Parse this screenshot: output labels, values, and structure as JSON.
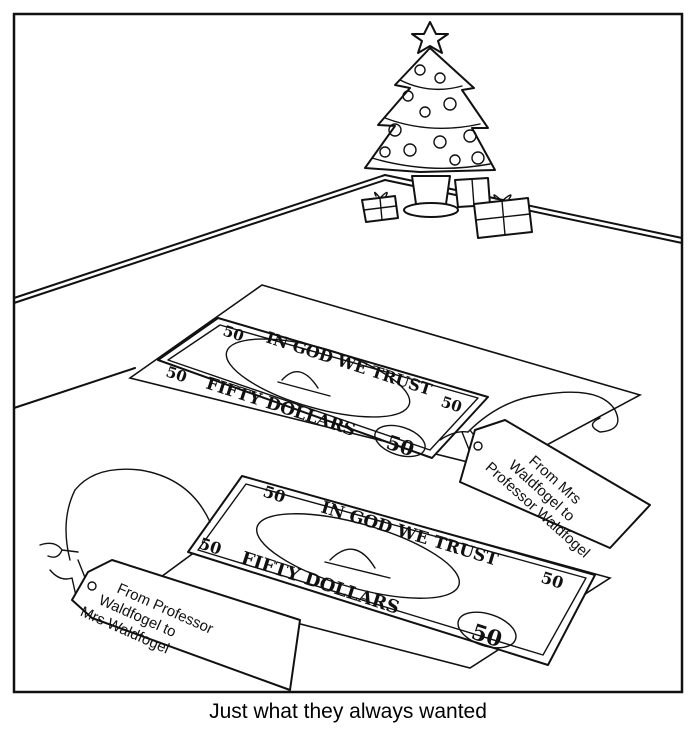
{
  "bills": [
    {
      "top_motto": "IN GOD WE TRUST",
      "denomination_words": "FIFTY DOLLARS",
      "corner_value": "50",
      "seal_value": "50"
    },
    {
      "top_motto": "IN GOD WE TRUST",
      "denomination_words": "FIFTY DOLLARS",
      "corner_value": "50",
      "seal_value": "50"
    }
  ],
  "tags": [
    {
      "lines": [
        "From Mrs",
        "Waldfogel to",
        "Professor Waldfogel"
      ]
    },
    {
      "lines": [
        "From Professor",
        "Waldfogel to",
        "Mrs Waldfogel"
      ]
    }
  ],
  "caption": "Just what they always wanted"
}
